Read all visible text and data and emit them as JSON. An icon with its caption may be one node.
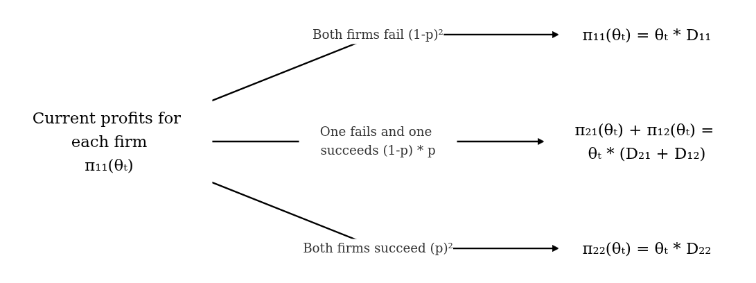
{
  "diagram": {
    "nodes": [
      {
        "text": [
          "Current profits for each firm",
          "π₁₁(θₜ)"
        ]
      },
      {
        "text": [
          "π₁₁(θₜ) = θₜ * D₁₁"
        ]
      },
      {
        "text": [
          "π₂₁(θₜ) + π₁₂(θₜ) = θₜ * (D₂₁ + D₁₂)"
        ]
      },
      {
        "text": [
          "π₂₂(θₜ) = θₜ * D₂₂"
        ]
      }
    ],
    "edges": [
      {
        "from": 0,
        "to": 1,
        "arrow": "to",
        "label": "Both firms fail (1-p)²"
      },
      {
        "from": 0,
        "to": 2,
        "arrow": "to",
        "label": "One fails and one succeeds (1-p) * p"
      },
      {
        "from": 0,
        "to": 3,
        "arrow": "to",
        "label": "Both firms succeed (p)²"
      }
    ]
  }
}
